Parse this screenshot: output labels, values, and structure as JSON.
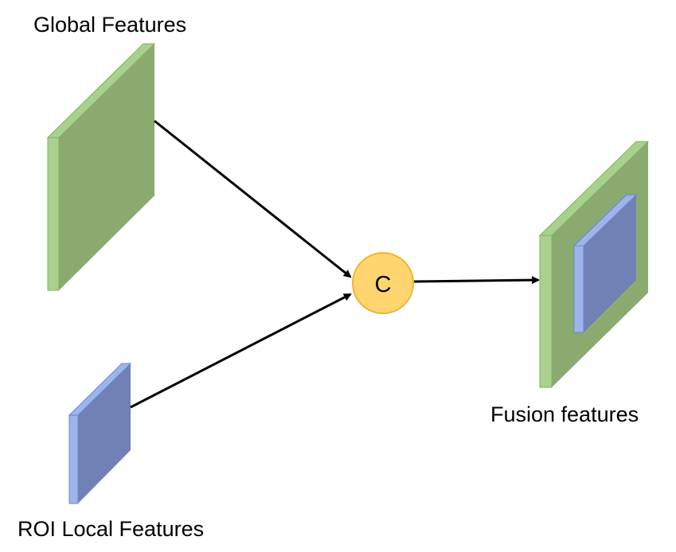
{
  "labels": {
    "global_features": "Global Features",
    "roi_local_features": "ROI Local Features",
    "fusion_features": "Fusion features",
    "concat_symbol": "C"
  },
  "colors": {
    "green_face": "#8aaa70",
    "green_edge": "#a9d08e",
    "green_stroke": "#7fb25e",
    "blue_face": "#7081b5",
    "blue_edge": "#9fb4e8",
    "blue_stroke": "#6b86d6",
    "concat_fill": "#ffd570",
    "concat_stroke": "#f2b233",
    "arrow": "#000000"
  }
}
